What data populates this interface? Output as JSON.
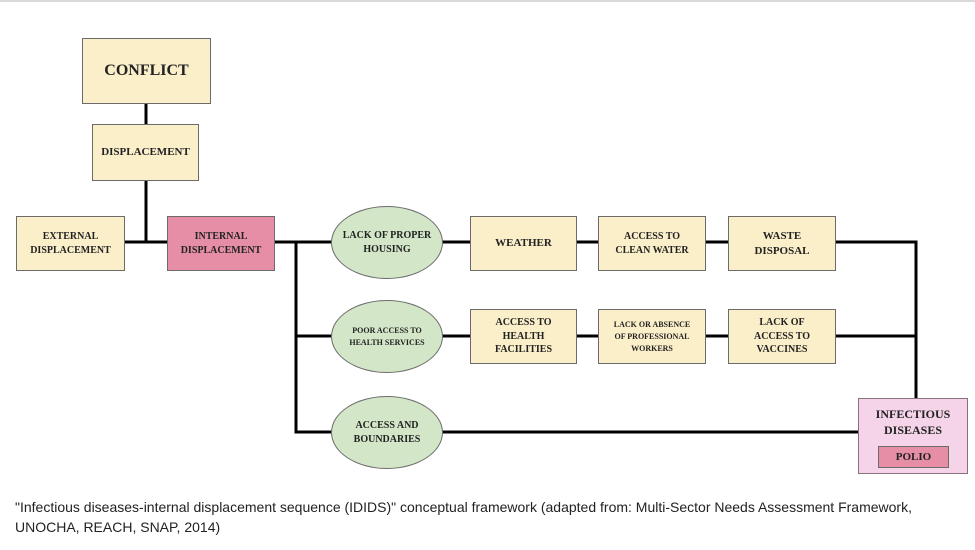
{
  "nodes": {
    "conflict": "CONFLICT",
    "displacement": "DISPLACEMENT",
    "external_displacement": "EXTERNAL\nDISPLACEMENT",
    "internal_displacement": "INTERNAL\nDISPLACEMENT",
    "lack_housing": "LACK OF PROPER\nHOUSING",
    "poor_access_health": "POOR ACCESS TO\nHEALTH SERVICES",
    "access_boundaries": "ACCESS AND\nBOUNDARIES",
    "weather": "WEATHER",
    "clean_water": "ACCESS TO\nCLEAN WATER",
    "waste_disposal": "WASTE\nDISPOSAL",
    "health_facilities": "ACCESS TO\nHEALTH\nFACILITIES",
    "professional_workers": "LACK OR ABSENCE\nOF PROFESSIONAL\nWORKERS",
    "vaccines": "LACK OF\nACCESS TO\nVACCINES",
    "infectious_diseases": "INFECTIOUS\nDISEASES",
    "polio": "POLIO"
  },
  "caption": "\"Infectious diseases-internal displacement sequence (IDIDS)\" conceptual framework (adapted from: Multi-Sector Needs Assessment Framework, UNOCHA, REACH, SNAP, 2014)",
  "colors": {
    "box_fill": "#fbefca",
    "internal_fill": "#e58ea6",
    "ellipse_fill": "#d3e7c8",
    "outcome_fill": "#f5d4ea",
    "connector": "#000000"
  }
}
